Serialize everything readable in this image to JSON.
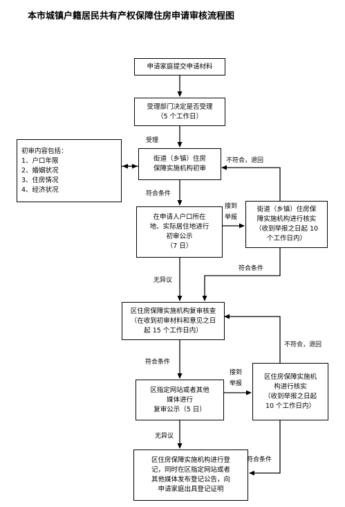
{
  "title": "本市城镇户籍居民共有产权保障住房申请审核流程图",
  "boxes": {
    "submit": "申请家庭提交申请材料",
    "accept": [
      "受理部门决定是否受理",
      "（5 个工作日）"
    ],
    "street_review": [
      "街道（乡镇）住房",
      "保障实施机构初审"
    ],
    "initial_content": [
      "初审内容包括：",
      "1、户口年限",
      "2、婚姻状况",
      "3、住房情况",
      "4、经济状况"
    ],
    "street_publicity": [
      "在申请人户口所在",
      "地、实际居住地进行",
      "初审公示",
      "（7 日）"
    ],
    "street_verify": [
      "街道（乡镇）住房保",
      "障实施机构进行核实",
      "（收到举报之日起 10",
      "个工作日内）"
    ],
    "district_review": [
      "区住房保障实施机构复审核查",
      "（在收到初审材料和意见之日",
      "起 15 个工作日内）"
    ],
    "district_publicity": [
      "区指定网站或者其他",
      "媒体进行",
      "复审公示（5 日）"
    ],
    "district_verify": [
      "区住房保障实施机",
      "构进行核实",
      "（收到举报之日起",
      "10 个工作日内）"
    ],
    "register": [
      "区住房保障实施机构进行登",
      "记，同时在区指定网站或者",
      "其他媒体发布登记公告，向",
      "申请家庭出具登记证明"
    ]
  },
  "labels": {
    "decide_accept": "受理",
    "fail_return_1": "不符合，退回",
    "pass_1": "符合条件",
    "report_1a": "接到",
    "report_1b": "举报",
    "pass_2": "符合条件",
    "no_objection_1": "无异议",
    "pass_3": "符合条件",
    "fail_return_2": "不符合，退回",
    "report_2a": "接到",
    "report_2b": "举报",
    "no_objection_2": "无异议",
    "pass_4": "符合条件"
  }
}
